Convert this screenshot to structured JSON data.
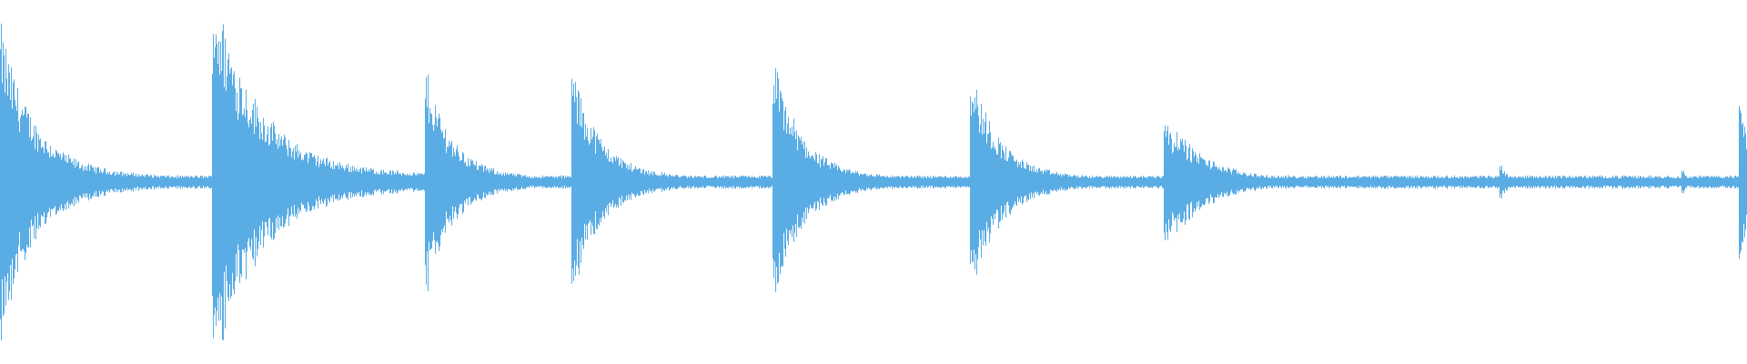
{
  "waveform": {
    "color": "#5AACE4",
    "background": "#FFFFFF",
    "baseline_amplitude": 0.018,
    "transients": [
      {
        "time": 0.0,
        "amplitude": 0.4,
        "decay": 0.018
      },
      {
        "time": 0.121,
        "amplitude": 0.52,
        "decay": 0.024
      },
      {
        "time": 0.243,
        "amplitude": 0.3,
        "decay": 0.014
      },
      {
        "time": 0.327,
        "amplitude": 0.3,
        "decay": 0.015
      },
      {
        "time": 0.442,
        "amplitude": 0.32,
        "decay": 0.015
      },
      {
        "time": 0.555,
        "amplitude": 0.3,
        "decay": 0.015
      },
      {
        "time": 0.666,
        "amplitude": 0.2,
        "decay": 0.01
      },
      {
        "time": 0.672,
        "amplitude": 0.14,
        "decay": 0.02
      },
      {
        "time": 0.858,
        "amplitude": 0.06,
        "decay": 0.004
      },
      {
        "time": 0.962,
        "amplitude": 0.04,
        "decay": 0.004
      },
      {
        "time": 0.995,
        "amplitude": 0.28,
        "decay": 0.006
      }
    ]
  }
}
